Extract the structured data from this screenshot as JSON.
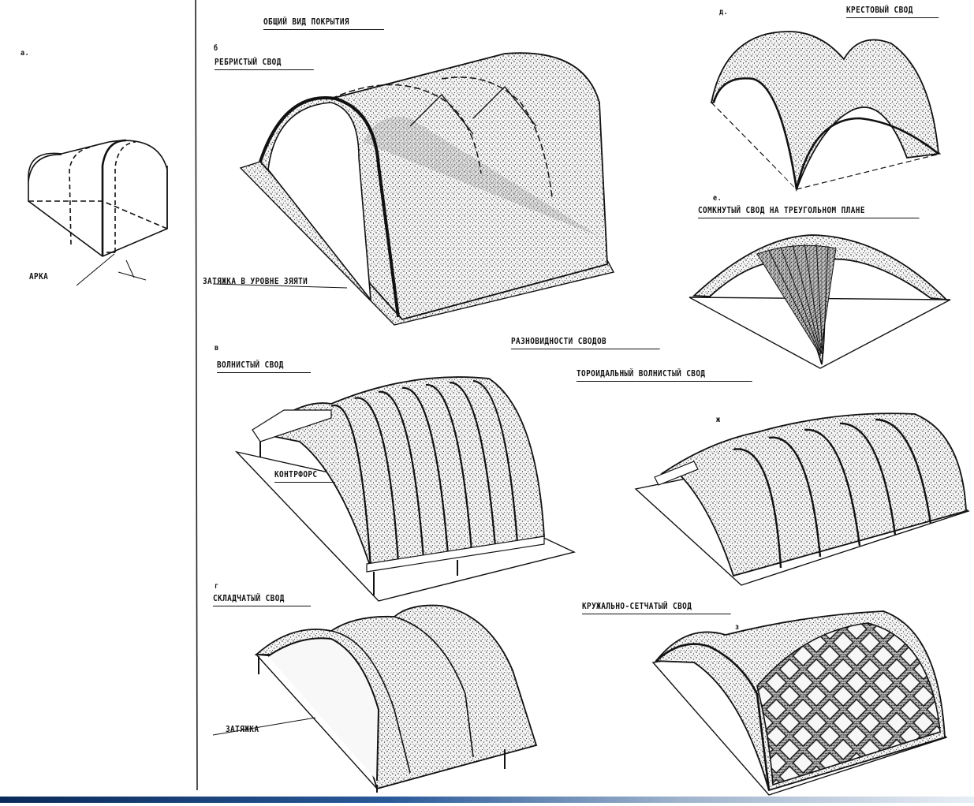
{
  "labels": {
    "letter_a": "a.",
    "letter_b": "б",
    "letter_v": "в",
    "letter_g": "г",
    "letter_d": "д.",
    "letter_e": "е.",
    "letter_zh": "ж",
    "letter_z": "з",
    "general_view": "ОБЩИЙ ВИД ПОКРЫТИЯ",
    "ribbed_vault": "РЕБРИСТЫЙ СВОД",
    "cross_vault": "КРЕСТОВЫЙ СВОД",
    "closed_vault": "СОМКНУТЫЙ СВОД НА ТРЕУГОЛЬНОМ ПЛАНЕ",
    "arch": "АРКА",
    "tie_heel": "ЗАТЯЖКА В УРОВНЕ ЗЯЯТИ",
    "vault_types": "РАЗНОВИДНОСТИ СВОДОВ",
    "wavy_vault": "ВОЛНИСТЫЙ СВОД",
    "toroidal_vault": "ТОРОИДАЛЬНЫЙ ВОЛНИСТЫЙ СВОД",
    "buttress": "КОНТРФОРС",
    "folded_vault": "СКЛАДЧАТЫЙ СВОД",
    "lace_mesh_vault": "КРУЖАЛЬНО-СЕТЧАТЫЙ СВОД",
    "tie": "ЗАТЯЖКА"
  }
}
